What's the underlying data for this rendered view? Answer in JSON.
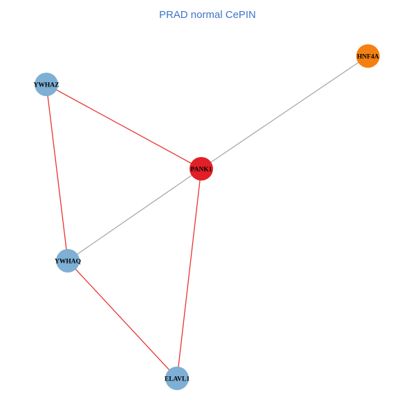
{
  "graph": {
    "title": "PRAD normal CePIN",
    "title_color": "#3d74c8",
    "nodes": [
      {
        "id": "HNF4A",
        "label": "HNF4A",
        "color": "#f48012"
      },
      {
        "id": "YWHAZ",
        "label": "YWHAZ",
        "color": "#7eafd4"
      },
      {
        "id": "PANK1",
        "label": "PANK1",
        "color": "#e21f26"
      },
      {
        "id": "YWHAQ",
        "label": "YWHAQ",
        "color": "#7eafd4"
      },
      {
        "id": "ELAVL1",
        "label": "ELAVL1",
        "color": "#7eafd4"
      }
    ],
    "edges": [
      {
        "source": "PANK1",
        "target": "HNF4A",
        "color": "#a8a8a8"
      },
      {
        "source": "PANK1",
        "target": "YWHAQ",
        "color": "#a8a8a8"
      },
      {
        "source": "YWHAZ",
        "target": "PANK1",
        "color": "#e8322d"
      },
      {
        "source": "YWHAZ",
        "target": "YWHAQ",
        "color": "#e8322d"
      },
      {
        "source": "PANK1",
        "target": "ELAVL1",
        "color": "#e8322d"
      },
      {
        "source": "YWHAQ",
        "target": "ELAVL1",
        "color": "#e8322d"
      }
    ],
    "label_color": "#000000"
  }
}
